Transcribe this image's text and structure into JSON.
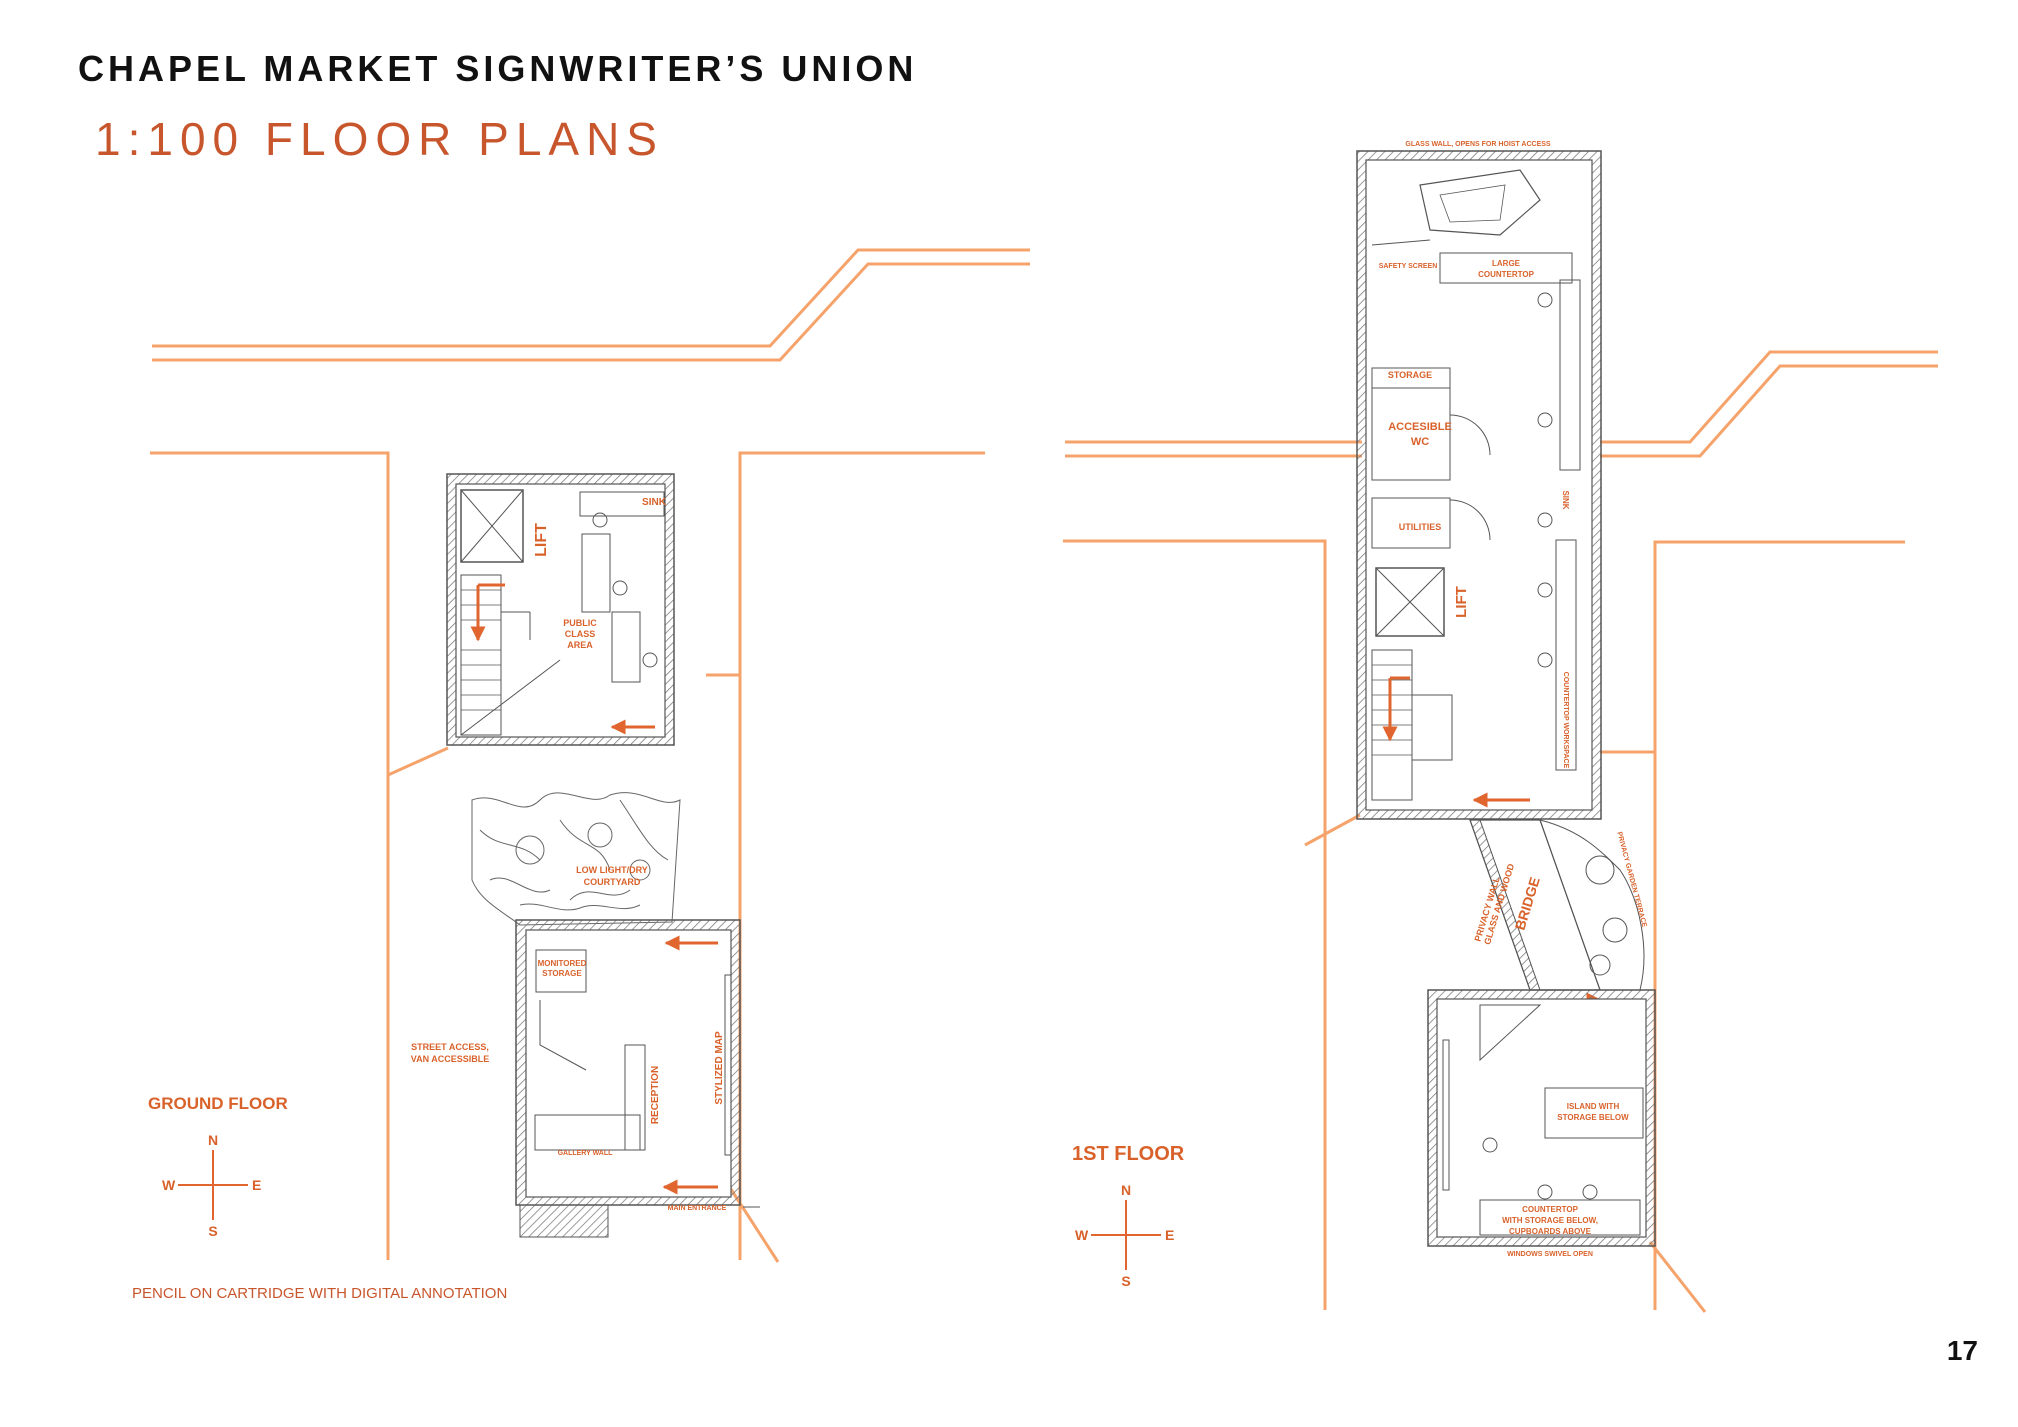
{
  "header": {
    "title": "CHAPEL MARKET SIGNWRITER’S UNION",
    "subtitle": "1:100 FLOOR PLANS"
  },
  "ground_floor": {
    "label": "GROUND FLOOR",
    "rooms": {
      "lift": "LIFT",
      "sink": "SINK",
      "public_class_1": "PUBLIC",
      "public_class_2": "CLASS",
      "public_class_3": "AREA",
      "courtyard_1": "LOW LIGHT/DRY",
      "courtyard_2": "COURTYARD",
      "monitored_1": "MONITORED",
      "monitored_2": "STORAGE",
      "street_1": "STREET ACCESS,",
      "street_2": "VAN ACCESSIBLE",
      "reception": "RECEPTION",
      "stylized_map": "STYLIZED MAP",
      "gallery_wall": "GALLERY WALL",
      "main_entrance": "MAIN ENTRANCE"
    }
  },
  "first_floor": {
    "label": "1ST FLOOR",
    "rooms": {
      "glass_wall": "GLASS WALL, OPENS FOR HOIST ACCESS",
      "safety_screen": "SAFETY SCREEN",
      "large_counter_1": "LARGE",
      "large_counter_2": "COUNTERTOP",
      "storage": "STORAGE",
      "accessible_1": "ACCESIBLE",
      "accessible_2": "WC",
      "sink": "SINK",
      "utilities": "UTILITIES",
      "lift": "LIFT",
      "counter_workspace": "COUNTERTOP WORKSPACE",
      "privacy_1": "PRIVACY WALL",
      "privacy_2": "GLASS AND WOOD",
      "bridge": "BRIDGE",
      "privacy_garden": "PRIVACY GARDEN TERRACE",
      "island_1": "ISLAND WITH",
      "island_2": "STORAGE BELOW",
      "countertop_1": "COUNTERTOP",
      "countertop_2": "WITH STORAGE BELOW,",
      "countertop_3": "CUPBOARDS ABOVE",
      "windows": "WINDOWS SWIVEL OPEN"
    }
  },
  "compass": {
    "n": "N",
    "s": "S",
    "e": "E",
    "w": "W"
  },
  "footer": {
    "caption": "PENCIL ON CARTRIDGE WITH DIGITAL ANNOTATION",
    "page_number": "17"
  },
  "colors": {
    "accent": "#d9622b",
    "orange_line": "#f5a36b",
    "pencil": "#555555"
  }
}
